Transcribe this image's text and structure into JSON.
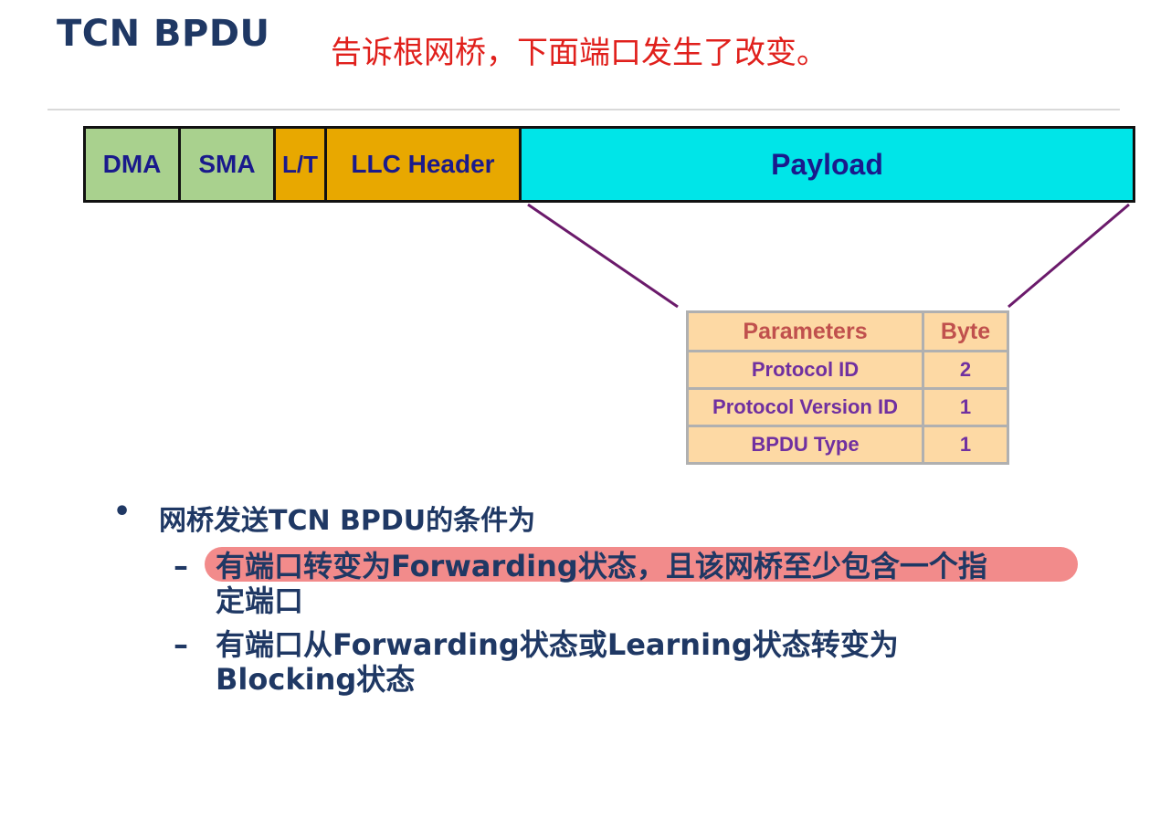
{
  "title": "TCN BPDU",
  "annotation": "告诉根网桥，下面端口发生了改变。",
  "frame": {
    "fields": [
      "DMA",
      "SMA",
      "L/T",
      "LLC Header",
      "Payload"
    ]
  },
  "params_table": {
    "headers": [
      "Parameters",
      "Byte"
    ],
    "rows": [
      [
        "Protocol ID",
        "2"
      ],
      [
        "Protocol Version ID",
        "1"
      ],
      [
        "BPDU Type",
        "1"
      ]
    ]
  },
  "bullets": {
    "marker": "•",
    "main": "网桥发送TCN BPDU的条件为",
    "dash": "–",
    "sub1_line1": "有端口转变为Forwarding状态，且该网桥至少包含一个指",
    "sub1_line2": "定端口",
    "sub2_line1": "有端口从Forwarding状态或Learning状态转变为",
    "sub2_line2": "Blocking状态"
  },
  "colors": {
    "title": "#1f3864",
    "annotation": "#e0201c",
    "mac_fields": "#a9d18e",
    "llc_fields": "#e8a800",
    "payload": "#00e5e8",
    "table_fill": "#fdd9a4",
    "table_header_text": "#c0504d",
    "table_body_text": "#7030a0",
    "connector_lines": "#6b1a6b",
    "highlight": "#f28b8b"
  }
}
